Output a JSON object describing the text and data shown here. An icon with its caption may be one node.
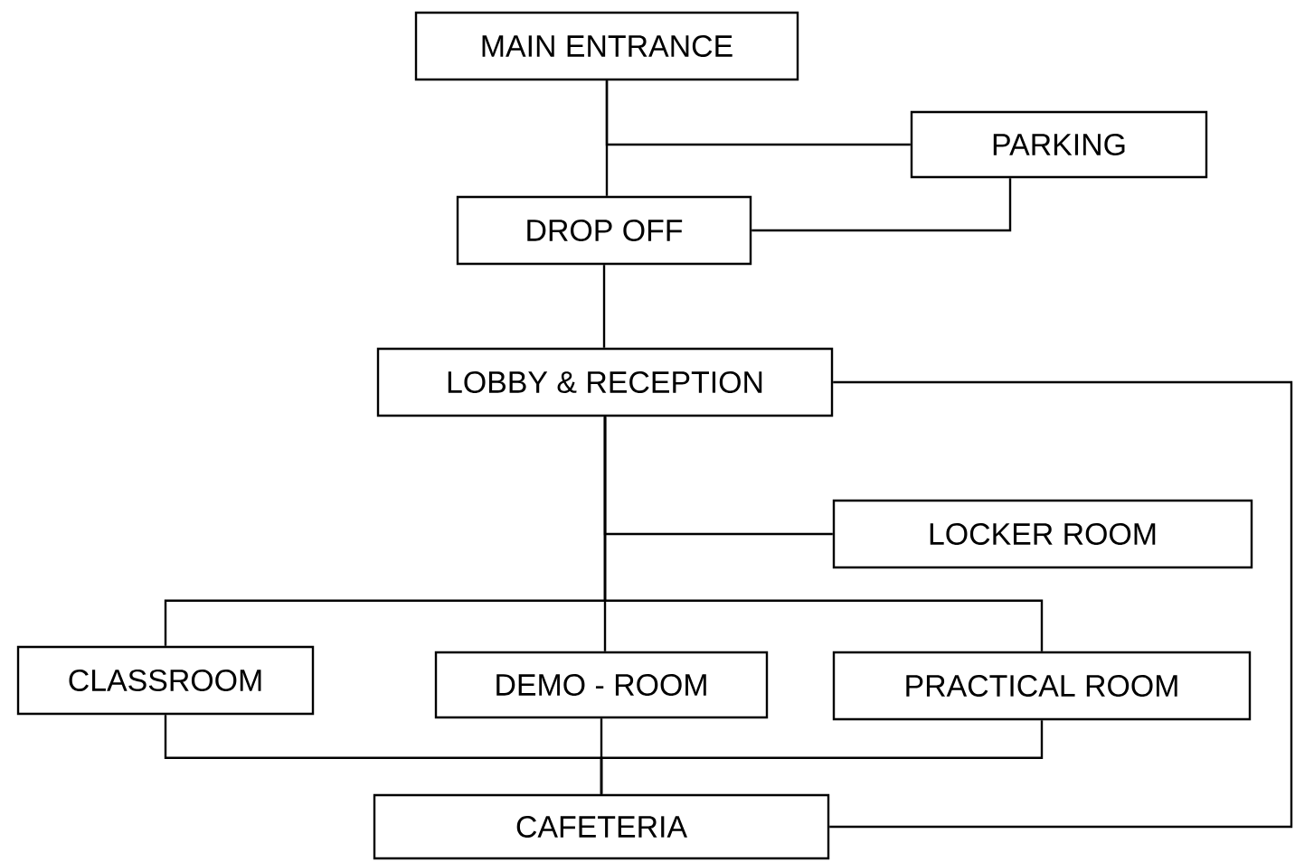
{
  "diagram": {
    "nodes": [
      {
        "text": [
          "MAIN ENTRANCE"
        ]
      },
      {
        "text": [
          "PARKING"
        ]
      },
      {
        "text": [
          "DROP OFF"
        ]
      },
      {
        "text": [
          "LOBBY & RECEPTION"
        ]
      },
      {
        "text": [
          "LOCKER ROOM"
        ]
      },
      {
        "text": [
          "CLASSROOM"
        ]
      },
      {
        "text": [
          "DEMO - ROOM"
        ]
      },
      {
        "text": [
          "PRACTICAL ROOM"
        ]
      },
      {
        "text": [
          "CAFETERIA"
        ]
      }
    ],
    "edges": [
      {
        "from": 0,
        "to": 2,
        "arrow": "none"
      },
      {
        "from": 0,
        "to": 1,
        "arrow": "none"
      },
      {
        "from": 1,
        "to": 2,
        "arrow": "none"
      },
      {
        "from": 2,
        "to": 3,
        "arrow": "none"
      },
      {
        "from": 3,
        "to": 4,
        "arrow": "none"
      },
      {
        "from": 3,
        "to": 5,
        "arrow": "none"
      },
      {
        "from": 3,
        "to": 6,
        "arrow": "none"
      },
      {
        "from": 3,
        "to": 7,
        "arrow": "none"
      },
      {
        "from": 5,
        "to": 8,
        "arrow": "none"
      },
      {
        "from": 6,
        "to": 8,
        "arrow": "none"
      },
      {
        "from": 7,
        "to": 8,
        "arrow": "none"
      },
      {
        "from": 3,
        "to": 8,
        "arrow": "none"
      }
    ]
  }
}
